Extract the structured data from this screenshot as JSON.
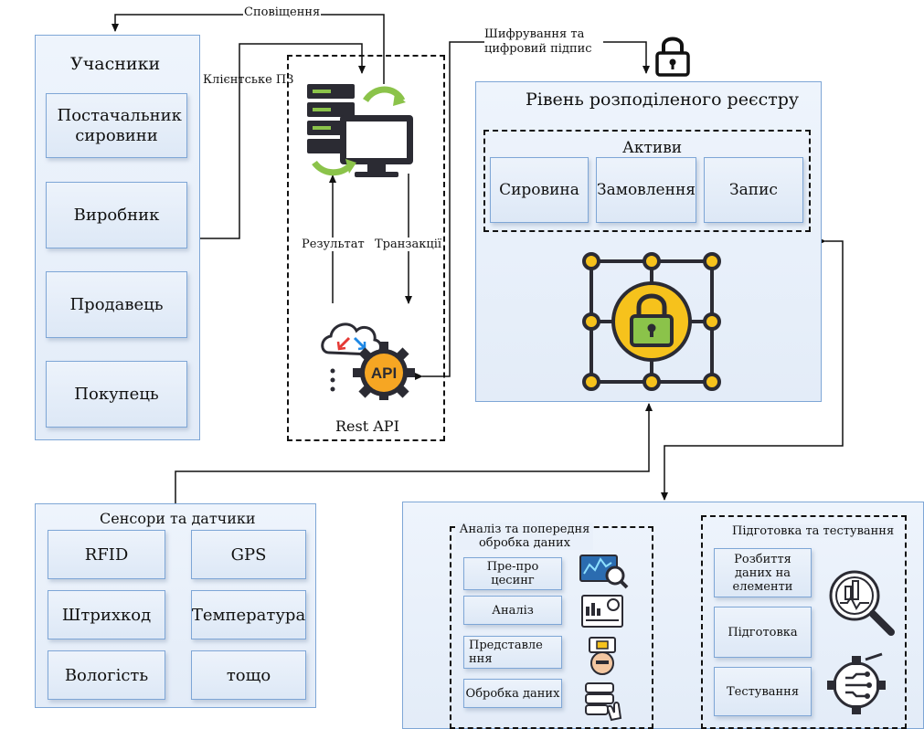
{
  "participants": {
    "title": "Учасники",
    "items": [
      "Постачальник сировини",
      "Виробник",
      "Продавець",
      "Покупець"
    ]
  },
  "connectors": {
    "notifications": "Сповіщення",
    "client_software": "Клієнтське ПЗ",
    "encryption": "Шифрування та цифровий підпис",
    "result": "Результат",
    "transactions": "Транзакції"
  },
  "api": {
    "label": "Rest API",
    "badge": "API"
  },
  "ledger": {
    "title": "Рівень розподіленого реєстру",
    "assets_title": "Активи",
    "assets": [
      "Сировина",
      "Замовлення",
      "Запис"
    ]
  },
  "sensors": {
    "title": "Сенсори та датчики",
    "items": [
      "RFID",
      "GPS",
      "Штрихкод",
      "Температура",
      "Вологість",
      "тощо"
    ]
  },
  "analysis": {
    "title": "Аналіз та попередня обробка даних",
    "items": [
      "Пре-про цесинг",
      "Аналіз",
      "Представле ння",
      "Обробка даних"
    ]
  },
  "preparation": {
    "title": "Підготовка та тестування",
    "items": [
      "Розбиття даних на елементи",
      "Підготовка",
      "Тестування"
    ]
  },
  "icons": [
    "server-sync-icon",
    "cloud-gear-api-icon",
    "padlock-icon",
    "lock-network-icon",
    "data-analytics-icon",
    "dashboard-icon",
    "brain-chip-icon",
    "database-touch-icon",
    "magnifier-chart-icon",
    "gear-circuit-icon"
  ],
  "colors": {
    "panel_border": "#7ea6d6",
    "panel_fill": "#e6eef9",
    "icon_green": "#8bc34a",
    "icon_dark": "#2b2b33",
    "icon_yellow": "#f6c21c"
  }
}
